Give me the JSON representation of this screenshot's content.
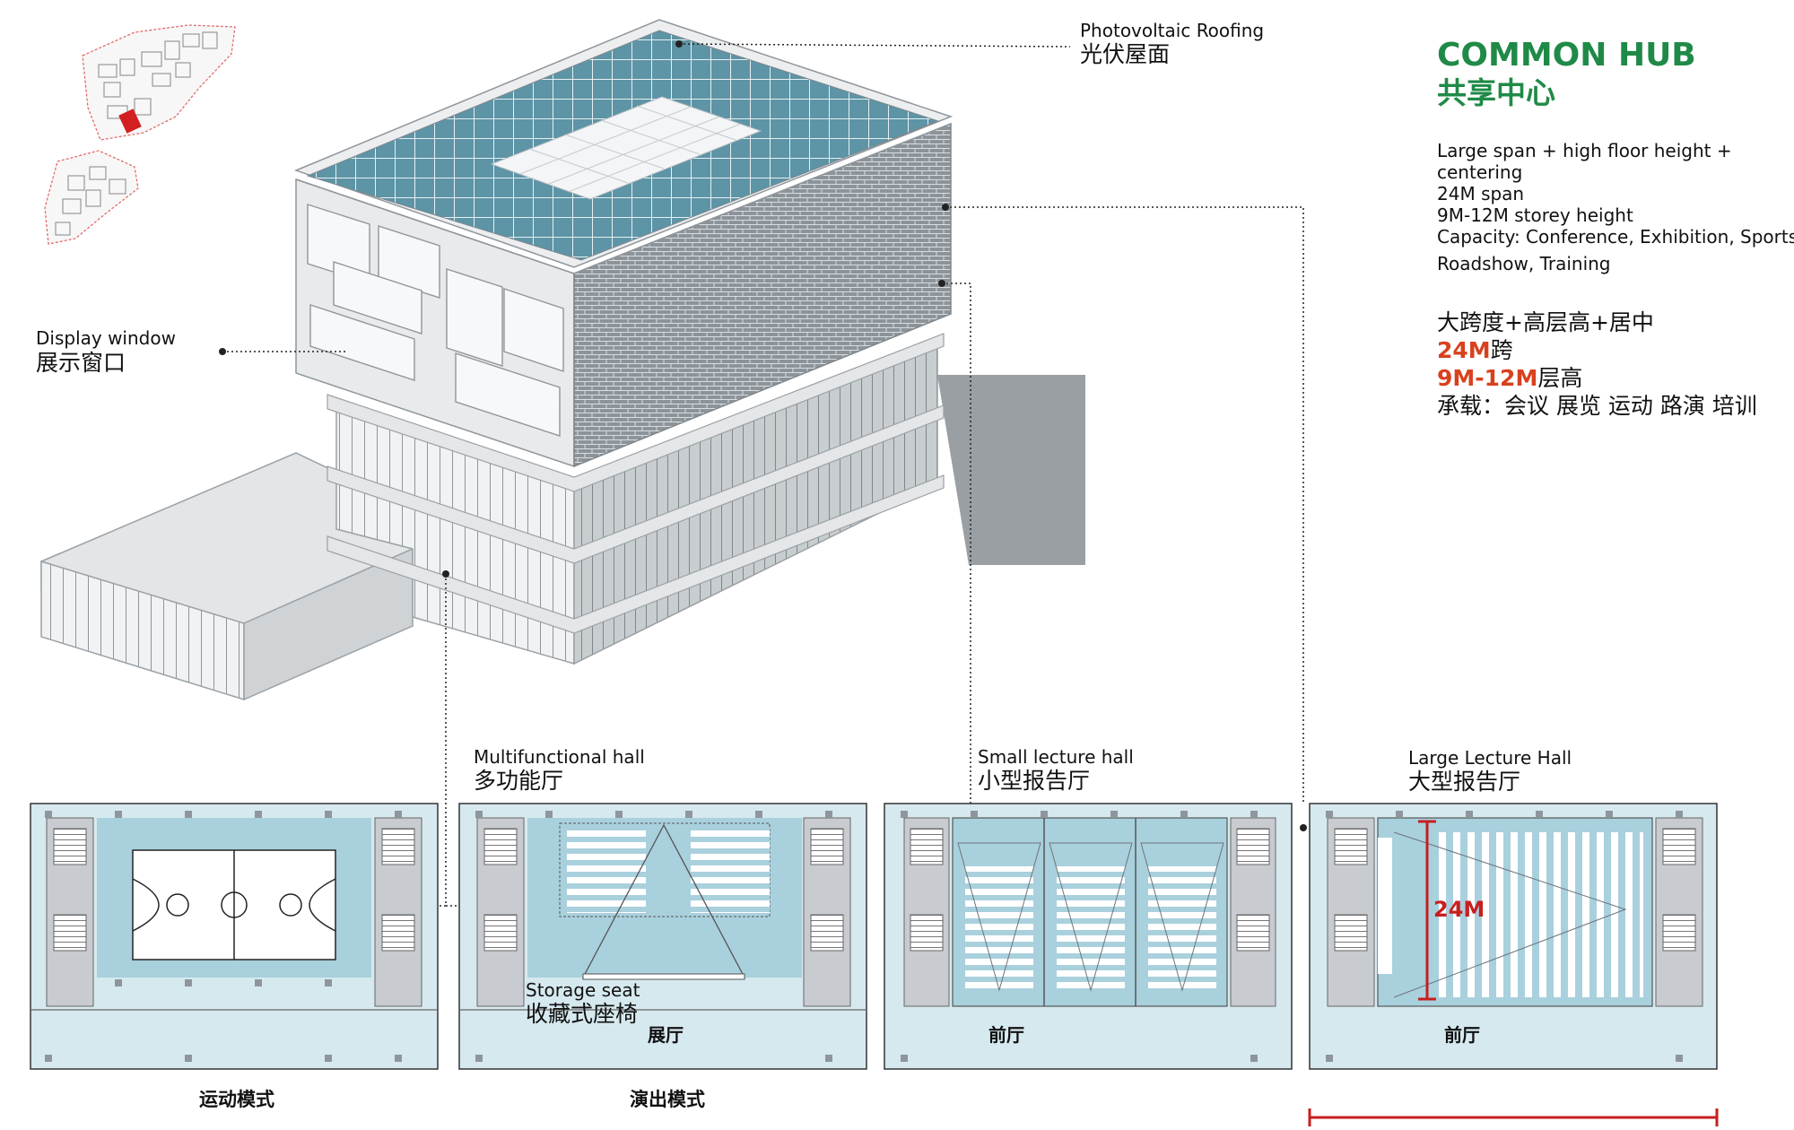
{
  "header": {
    "title": "COMMON HUB",
    "title_cn": "共享中心"
  },
  "description": {
    "en": [
      "Large span + high floor height +",
      "centering",
      "24M span",
      "9M-12M storey height",
      "Capacity: Conference, Exhibition, Sports,",
      "Roadshow, Training"
    ],
    "cn_line1": "大跨度+高层高+居中",
    "cn_span_value": "24M",
    "cn_span_unit": "跨",
    "cn_height_value": "9M-12M",
    "cn_height_unit": "层高",
    "cn_capacity": "承载：会议 展览 运动 路演 培训"
  },
  "labels": {
    "roof_en": "Photovoltaic Roofing",
    "roof_cn": "光伏屋面",
    "window_en": "Display window",
    "window_cn": "展示窗口",
    "multi_en": "Multifunctional hall",
    "multi_cn": "多功能厅",
    "small_en": "Small lecture hall",
    "small_cn": "小型报告厅",
    "large_en": "Large Lecture Hall",
    "large_cn": "大型报告厅",
    "storage_en": "Storage seat",
    "storage_cn": "收藏式座椅"
  },
  "plans": {
    "plan2_room": "展厅",
    "plan3_room": "前厅",
    "plan4_room": "前厅",
    "span_marker": "24M"
  },
  "captions": {
    "sport_mode": "运动模式",
    "performance_mode": "演出模式"
  },
  "colors": {
    "accent_green": "#1f8a47",
    "accent_red": "#d8411e",
    "marker_red": "#c81e1e",
    "hall_blue": "#a9d0dd",
    "plan_bg": "#d6e9ef",
    "solar_panel": "#5d94a6",
    "facade_grey": "#9aa1a6"
  }
}
